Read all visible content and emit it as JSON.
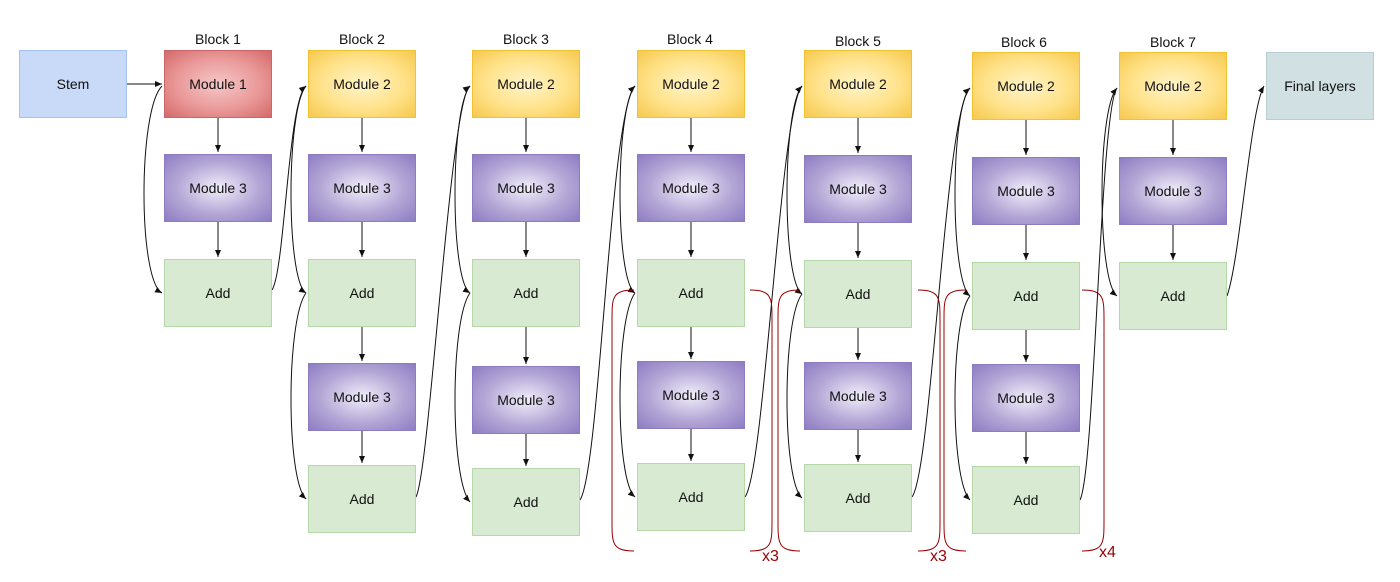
{
  "blocks": [
    "Block 1",
    "Block 2",
    "Block 3",
    "Block 4",
    "Block 5",
    "Block 6",
    "Block 7"
  ],
  "nodes": {
    "stem": "Stem",
    "final": "Final layers",
    "module1": "Module 1",
    "module2": "Module 2",
    "module3": "Module 3",
    "add": "Add"
  },
  "repeats": [
    "x3",
    "x3",
    "x4"
  ],
  "colors": {
    "stem": "#c9daf8",
    "module1": "#ea9999",
    "module2": "#ffe28a",
    "module3": "#b4a7d6",
    "add": "#d9ead3",
    "final": "#d0e0e3",
    "repeat_bracket": "#990000"
  }
}
